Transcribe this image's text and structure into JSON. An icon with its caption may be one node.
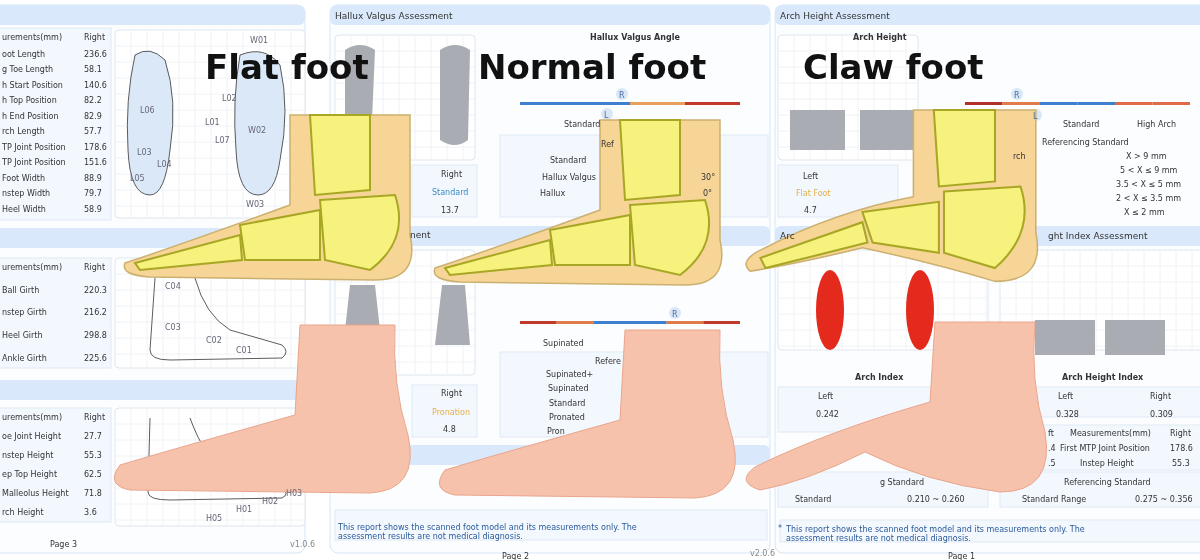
{
  "diagram": {
    "labels": [
      "Flat foot",
      "Normal foot",
      "Claw foot",
      "urements(mm)",
      "Right",
      "oot Length",
      "236.6",
      "g Toe Length",
      "58.1",
      "h Start Position",
      "140.6",
      "h Top Position",
      "82.2",
      "h End Position",
      "82.9",
      "rch Length",
      "57.7",
      "TP Joint Position",
      "178.6",
      "TP Joint Position",
      "151.6",
      "Foot Width",
      "88.9",
      "nstep Width",
      "79.7",
      "Heel Width",
      "58.9",
      "W01",
      "L02",
      "L06",
      "L01",
      "W02",
      "L07",
      "L03",
      "L04",
      "L05",
      "W03",
      "urements(mm)",
      "Right",
      "Ball Girth",
      "220.3",
      "nstep Girth",
      "216.2",
      "Heel Girth",
      "298.8",
      "Ankle Girth",
      "225.6",
      "C04",
      "C03",
      "C02",
      "C01",
      "urements(mm)",
      "Right",
      "oe Joint Height",
      "27.7",
      "nstep Height",
      "55.3",
      "ep Top Height",
      "62.5",
      "Malleolus Height",
      "71.8",
      "rch Height",
      "3.6",
      "H03",
      "H02",
      "H01",
      "H05",
      "Page 3",
      "v1.0.6",
      "Hallux Valgus Assessment",
      "Hallux Valgus Angle",
      "R",
      "L",
      "Standard",
      "Ref",
      "Standard",
      "Hallux Valgus",
      "Hallux",
      "30°",
      "0°",
      "Right",
      "Standard",
      "13.7",
      "nent",
      "Supinated",
      "Refere",
      "Supinated+",
      "Supinated",
      "Standard",
      "Pronated",
      "Pron",
      "Right",
      "Pronation",
      "4.8",
      "R",
      "This report shows the scanned foot model and its measurements only. The assessment results are not medical diagnosis.",
      "Page 2",
      "v2.0.6",
      "Arch Height Assessment",
      "Arch Height",
      "R",
      "L",
      "Standard",
      "High Arch",
      "Referencing Standard",
      "rch",
      "X > 9 mm",
      "5 < X ≤ 9 mm",
      "3.5 < X ≤ 5 mm",
      "2 < X ≤ 3.5 mm",
      "X ≤ 2 mm",
      "Left",
      "Flat Foot",
      "4.7",
      "Arc",
      "ght Index Assessment",
      "Arch Index",
      "Arch Height Index",
      "Left",
      "0.242",
      "Left",
      "Right",
      "0.328",
      "0.309",
      "ft",
      "Measurements(mm)",
      "Right",
      ".4",
      "First MTP Joint Position",
      "178.6",
      ".5",
      "Instep Height",
      "55.3",
      "g Standard",
      "Referencing Standard",
      "Standard",
      "0.210 ~ 0.260",
      "Standard Range",
      "0.275 ~ 0.356",
      "*",
      "This report shows the scanned foot model and its measurements only. The assessment results are not medical diagnosis.",
      "Page 1"
    ]
  }
}
